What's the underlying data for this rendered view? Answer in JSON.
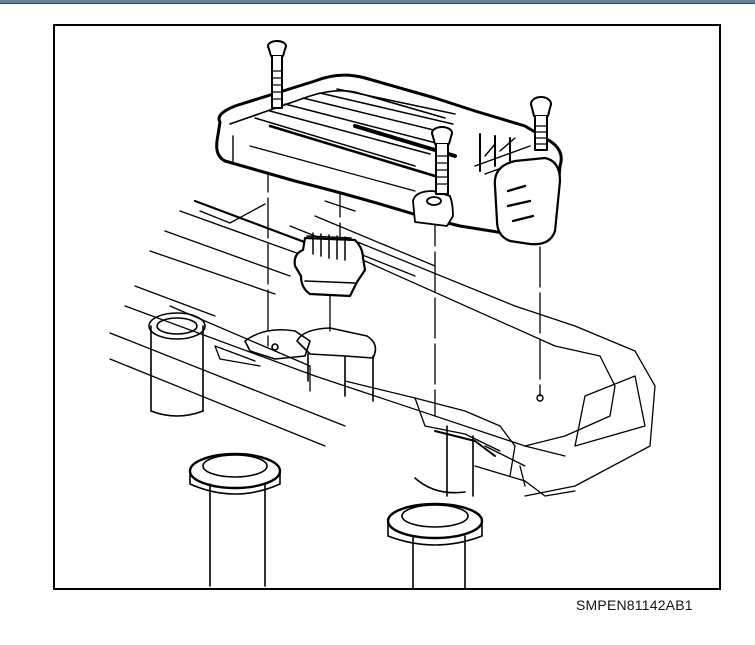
{
  "window": {
    "topbar_color": "#64819a"
  },
  "figure": {
    "caption": "SMPEN81142AB1",
    "description": "Exploded view of ignition control module with three mounting bolts and wiring connector above coil/mounting bracket assembly",
    "parts": [
      {
        "name": "module-housing",
        "label": ""
      },
      {
        "name": "mounting-bolt-left",
        "label": ""
      },
      {
        "name": "mounting-bolt-center",
        "label": ""
      },
      {
        "name": "mounting-bolt-right",
        "label": ""
      },
      {
        "name": "wiring-connector",
        "label": ""
      },
      {
        "name": "mounting-bracket",
        "label": ""
      },
      {
        "name": "coil-tower-left",
        "label": ""
      },
      {
        "name": "coil-tower-right",
        "label": ""
      }
    ],
    "line_color": "#000000"
  }
}
